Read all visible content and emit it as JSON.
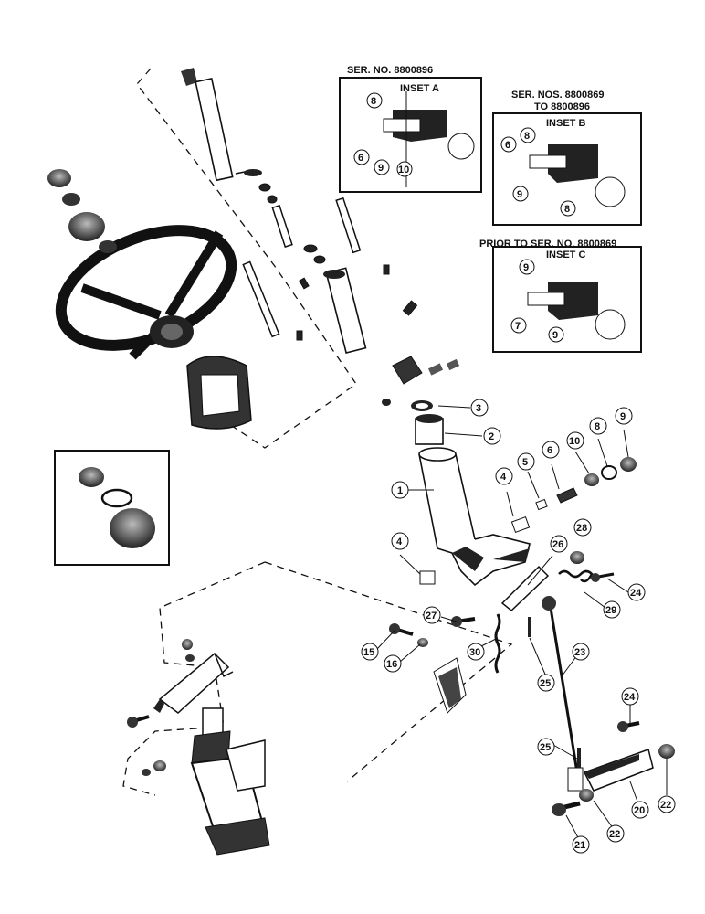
{
  "insets": {
    "a": {
      "serial": "SER. NO. 8800896",
      "title": "INSET A",
      "callouts": [
        "8",
        "6",
        "9",
        "10"
      ]
    },
    "b": {
      "serial_line1": "SER. NOS. 8800869",
      "serial_line2": "TO 8800896",
      "title": "INSET B",
      "callouts": [
        "6",
        "8",
        "9",
        "8"
      ]
    },
    "c": {
      "serial": "PRIOR TO SER. NO. 8800869",
      "title": "INSET C",
      "callouts": [
        "9",
        "7",
        "9"
      ]
    }
  },
  "callouts": [
    "3",
    "2",
    "1",
    "4",
    "5",
    "6",
    "10",
    "8",
    "9",
    "4",
    "28",
    "26",
    "24",
    "29",
    "27",
    "15",
    "16",
    "30",
    "25",
    "23",
    "24",
    "25",
    "22",
    "20",
    "22",
    "21"
  ]
}
